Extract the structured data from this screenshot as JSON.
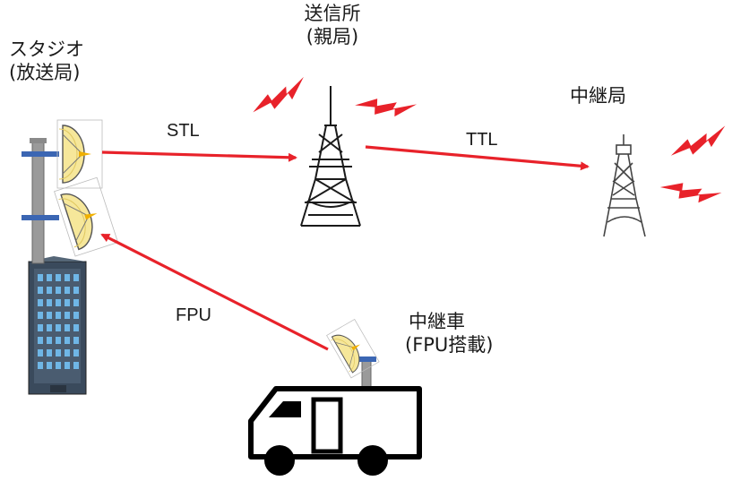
{
  "nodes": {
    "studio": {
      "line1": "スタジオ",
      "line2": "(放送局)"
    },
    "transmitter": {
      "line1": "送信所",
      "line2": "(親局)"
    },
    "relay_station": {
      "line1": "中継局"
    },
    "relay_van": {
      "line1": "中継車",
      "line2": "(FPU搭載)"
    }
  },
  "links": {
    "stl": "STL",
    "ttl": "TTL",
    "fpu": "FPU"
  },
  "colors": {
    "arrow": "#e8222a",
    "signal": "#e8222a",
    "dish": "#f6e79a",
    "mast": "#9a9a9a",
    "bracket": "#3b66b3",
    "building": "#3a4a5c"
  }
}
